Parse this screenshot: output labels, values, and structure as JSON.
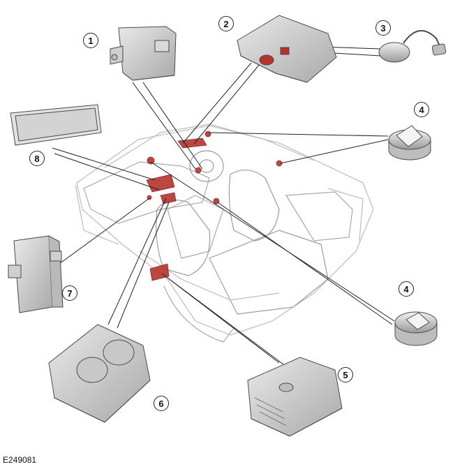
{
  "figure_id": "E249081",
  "callouts": {
    "c1": "1",
    "c2": "2",
    "c3": "3",
    "c4a": "4",
    "c4b": "4",
    "c5": "5",
    "c6": "6",
    "c7": "7",
    "c8": "8"
  },
  "colors": {
    "highlight": "#b5332c",
    "body_outline": "#b9b9b9",
    "component_fill": "#cfcfcf",
    "component_stroke": "#4a4a4a",
    "leader_line": "#222222"
  }
}
